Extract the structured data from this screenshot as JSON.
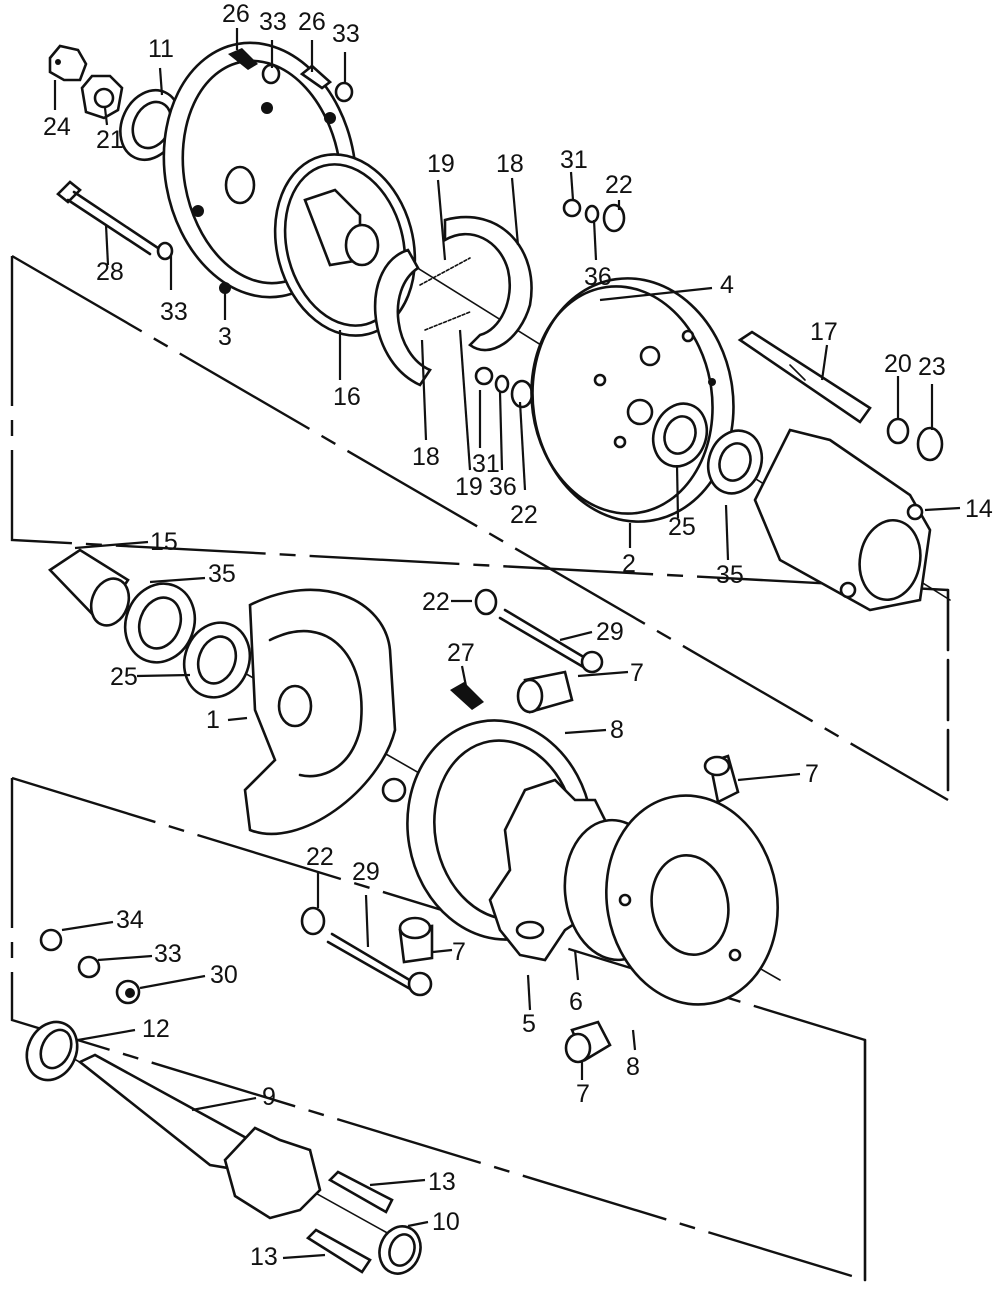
{
  "diagram": {
    "type": "exploded-parts-diagram",
    "subject": "rear wheel hub, brake drum and sprocket assembly",
    "line_color": "#111111",
    "background": "#ffffff",
    "callouts": [
      {
        "id": "c24a",
        "part": "24",
        "text": "24"
      },
      {
        "id": "c21a",
        "part": "21",
        "text": "21"
      },
      {
        "id": "c11a",
        "part": "11",
        "text": "11"
      },
      {
        "id": "c26a",
        "part": "26",
        "text": "26"
      },
      {
        "id": "c33a",
        "part": "33",
        "text": "33"
      },
      {
        "id": "c26b",
        "part": "26",
        "text": "26"
      },
      {
        "id": "c33b",
        "part": "33",
        "text": "33"
      },
      {
        "id": "c28a",
        "part": "28",
        "text": "28"
      },
      {
        "id": "c33c",
        "part": "33",
        "text": "33"
      },
      {
        "id": "c3a",
        "part": "3",
        "text": "3"
      },
      {
        "id": "c16a",
        "part": "16",
        "text": "16"
      },
      {
        "id": "c19a",
        "part": "19",
        "text": "19"
      },
      {
        "id": "c18a",
        "part": "18",
        "text": "18"
      },
      {
        "id": "c18b",
        "part": "18",
        "text": "18"
      },
      {
        "id": "c19b",
        "part": "19",
        "text": "19"
      },
      {
        "id": "c31a",
        "part": "31",
        "text": "31"
      },
      {
        "id": "c36a",
        "part": "36",
        "text": "36"
      },
      {
        "id": "c22a",
        "part": "22",
        "text": "22"
      },
      {
        "id": "c31b",
        "part": "31",
        "text": "31"
      },
      {
        "id": "c22b",
        "part": "22",
        "text": "22"
      },
      {
        "id": "c36b",
        "part": "36",
        "text": "36"
      },
      {
        "id": "c4a",
        "part": "4",
        "text": "4"
      },
      {
        "id": "c17a",
        "part": "17",
        "text": "17"
      },
      {
        "id": "c20a",
        "part": "20",
        "text": "20"
      },
      {
        "id": "c23a",
        "part": "23",
        "text": "23"
      },
      {
        "id": "c25a",
        "part": "25",
        "text": "25"
      },
      {
        "id": "c2a",
        "part": "2",
        "text": "2"
      },
      {
        "id": "c35a",
        "part": "35",
        "text": "35"
      },
      {
        "id": "c14a",
        "part": "14",
        "text": "14"
      },
      {
        "id": "c15a",
        "part": "15",
        "text": "15"
      },
      {
        "id": "c35b",
        "part": "35",
        "text": "35"
      },
      {
        "id": "c25b",
        "part": "25",
        "text": "25"
      },
      {
        "id": "c1a",
        "part": "1",
        "text": "1"
      },
      {
        "id": "c22c",
        "part": "22",
        "text": "22"
      },
      {
        "id": "c29a",
        "part": "29",
        "text": "29"
      },
      {
        "id": "c27a",
        "part": "27",
        "text": "27"
      },
      {
        "id": "c7a",
        "part": "7",
        "text": "7"
      },
      {
        "id": "c8a",
        "part": "8",
        "text": "8"
      },
      {
        "id": "c7b",
        "part": "7",
        "text": "7"
      },
      {
        "id": "c22d",
        "part": "22",
        "text": "22"
      },
      {
        "id": "c29b",
        "part": "29",
        "text": "29"
      },
      {
        "id": "c7c",
        "part": "7",
        "text": "7"
      },
      {
        "id": "c5a",
        "part": "5",
        "text": "5"
      },
      {
        "id": "c6a",
        "part": "6",
        "text": "6"
      },
      {
        "id": "c8b",
        "part": "8",
        "text": "8"
      },
      {
        "id": "c7d",
        "part": "7",
        "text": "7"
      },
      {
        "id": "c34a",
        "part": "34",
        "text": "34"
      },
      {
        "id": "c33d",
        "part": "33",
        "text": "33"
      },
      {
        "id": "c30a",
        "part": "30",
        "text": "30"
      },
      {
        "id": "c12a",
        "part": "12",
        "text": "12"
      },
      {
        "id": "c9a",
        "part": "9",
        "text": "9"
      },
      {
        "id": "c13a",
        "part": "13",
        "text": "13"
      },
      {
        "id": "c10a",
        "part": "10",
        "text": "10"
      },
      {
        "id": "c13b",
        "part": "13",
        "text": "13"
      }
    ]
  }
}
